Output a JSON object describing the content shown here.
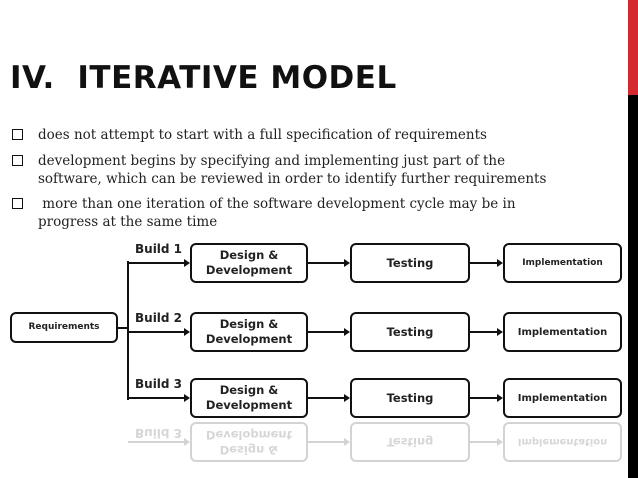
{
  "slide": {
    "title": "IV.  ITERATIVE MODEL",
    "accent_colors": {
      "red": "#d3292f",
      "black": "#000000"
    },
    "bullet_icon": "checkbox-square-icon",
    "bullets": [
      "does not attempt to start with a full specification of requirements",
      "development begins by specifying and implementing just part of the software, which can be reviewed in order to identify further requirements",
      " more than one iteration of the software development cycle may be in progress at the same time"
    ]
  },
  "diagram": {
    "root": "Requirements",
    "builds": [
      {
        "label": "Build 1",
        "design": "Design & Development",
        "testing": "Testing",
        "implementation": "Implementation"
      },
      {
        "label": "Build 2",
        "design": "Design & Development",
        "testing": "Testing",
        "implementation": "Implementation"
      },
      {
        "label": "Build 3",
        "design": "Design & Development",
        "testing": "Testing",
        "implementation": "Implementation"
      }
    ]
  }
}
